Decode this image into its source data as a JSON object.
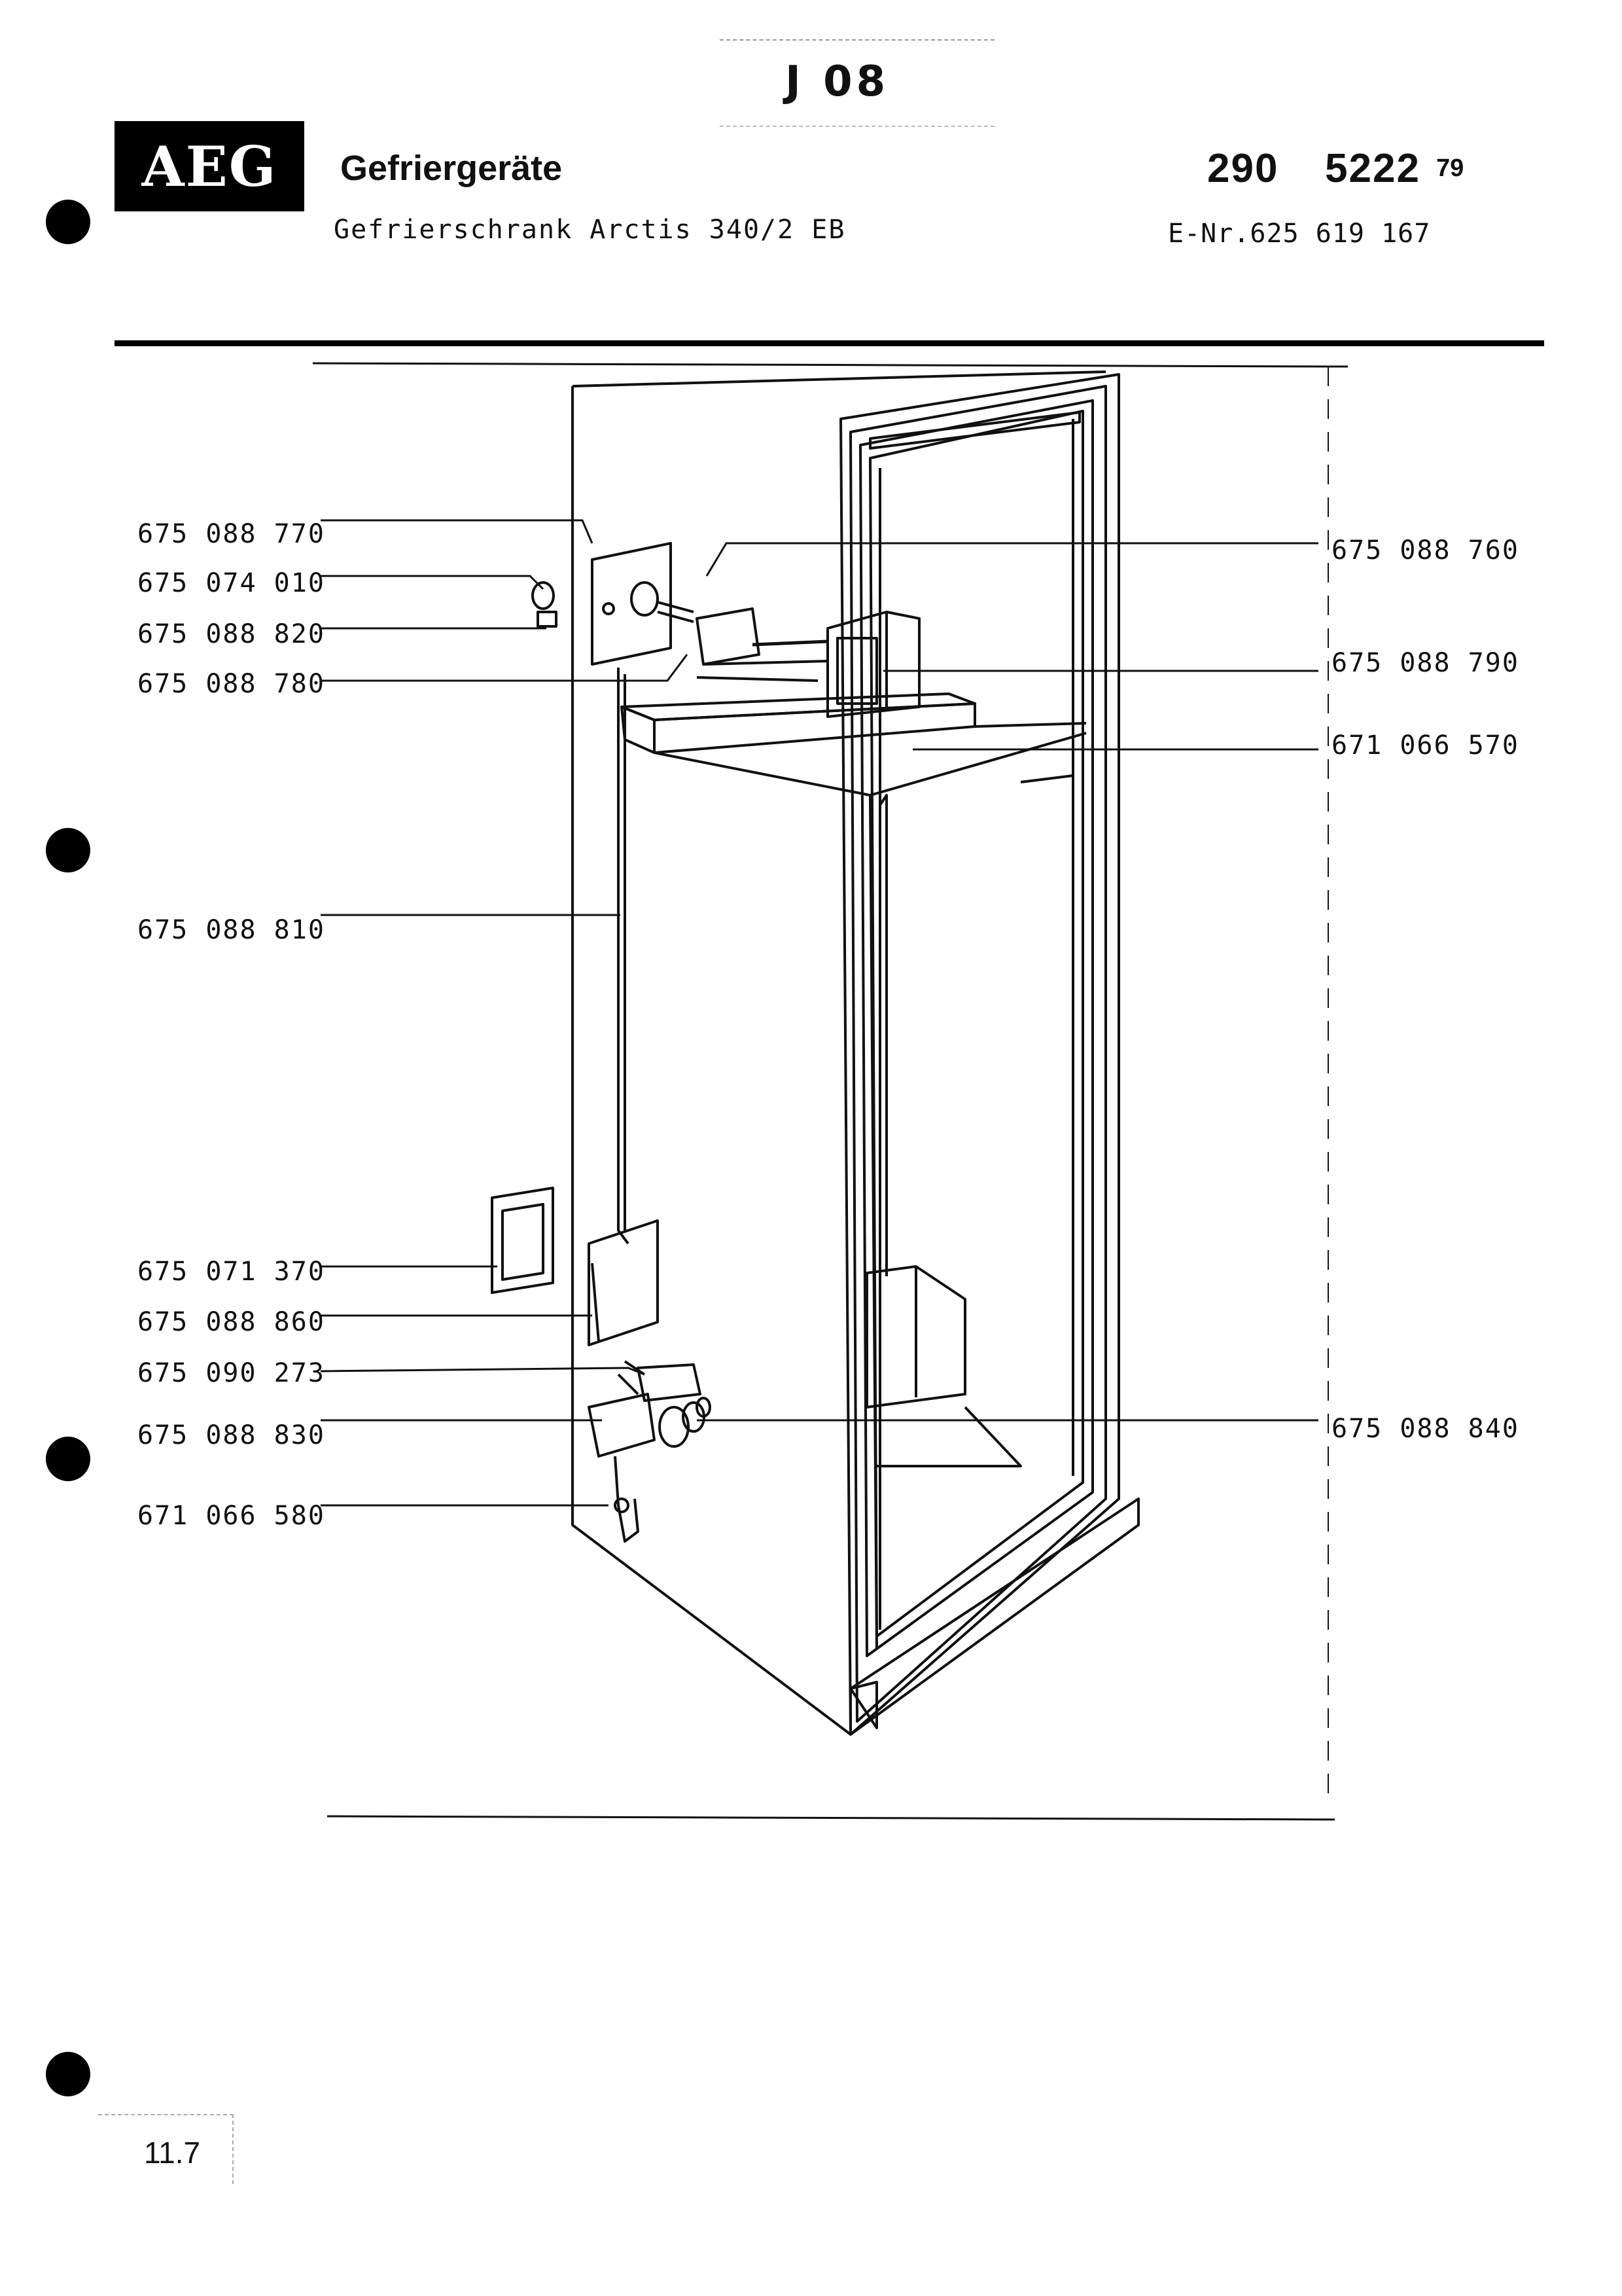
{
  "header": {
    "section_code": "J 08",
    "brand_logo": "AEG",
    "category": "Gefriergeräte",
    "model": "Gefrierschrank Arctis 340/2 EB",
    "doc_number_prefix": "290",
    "doc_number_main": "5222",
    "doc_number_suffix": "79",
    "e_number": "E-Nr.625 619 167"
  },
  "parts_left": [
    "675 088 770",
    "675 074 010",
    "675 088 820",
    "675 088 780",
    "675 088 810",
    "675 071 370",
    "675 088 860",
    "675 090 273",
    "675 088 830",
    "671 066 580"
  ],
  "parts_right": [
    "675 088 760",
    "675 088 790",
    "671 066 570",
    "675 088 840"
  ],
  "footer": {
    "page_number": "11.7"
  }
}
